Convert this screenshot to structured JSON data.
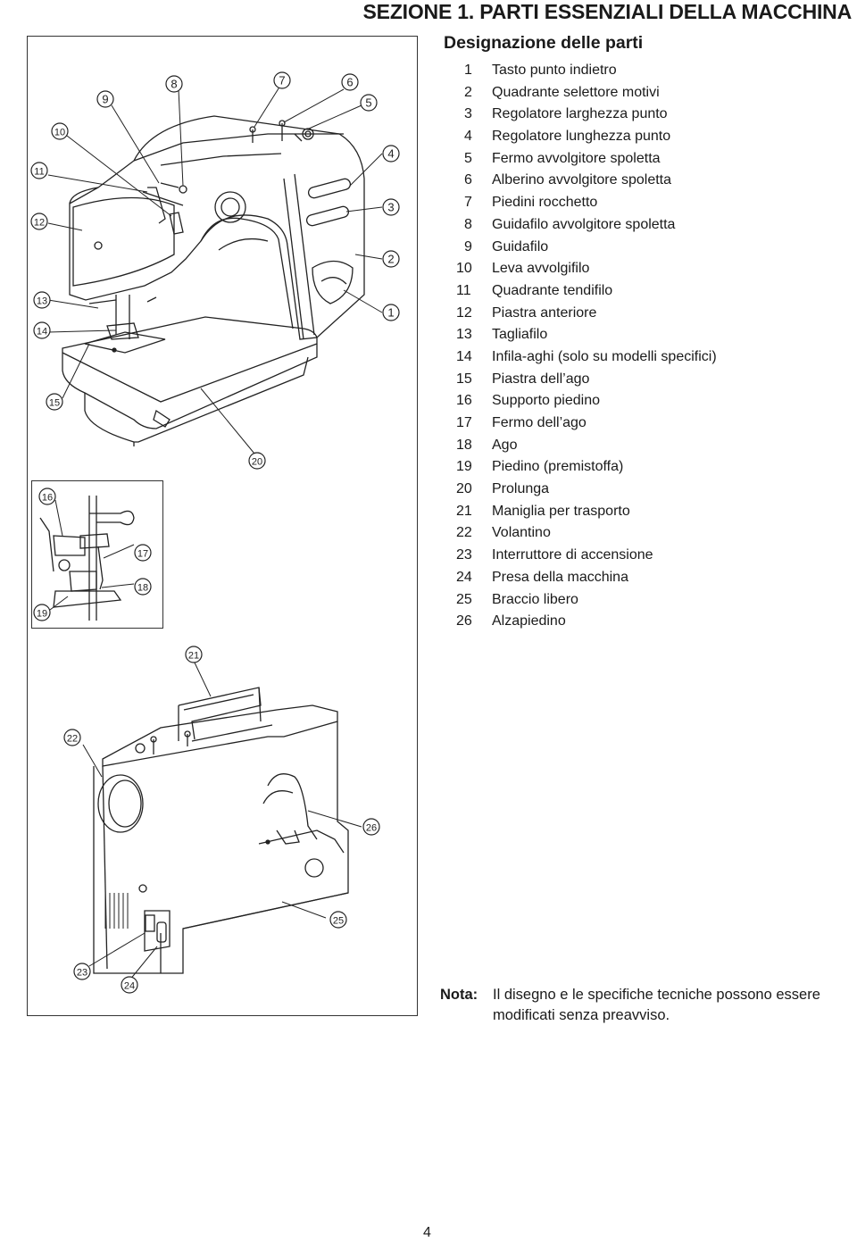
{
  "header": {
    "title": "SEZIONE 1. PARTI ESSENZIALI DELLA MACCHINA"
  },
  "subtitle": "Designazione delle parti",
  "parts": [
    {
      "num": "1",
      "label": "Tasto punto indietro"
    },
    {
      "num": "2",
      "label": "Quadrante selettore motivi"
    },
    {
      "num": "3",
      "label": "Regolatore larghezza punto"
    },
    {
      "num": "4",
      "label": "Regolatore lunghezza punto"
    },
    {
      "num": "5",
      "label": "Fermo avvolgitore spoletta"
    },
    {
      "num": "6",
      "label": "Alberino avvolgitore spoletta"
    },
    {
      "num": "7",
      "label": "Piedini rocchetto"
    },
    {
      "num": "8",
      "label": "Guidafilo avvolgitore spoletta"
    },
    {
      "num": "9",
      "label": "Guidafilo"
    },
    {
      "num": "10",
      "label": "Leva avvolgifilo"
    },
    {
      "num": "11",
      "label": "Quadrante tendifilo"
    },
    {
      "num": "12",
      "label": "Piastra anteriore"
    },
    {
      "num": "13",
      "label": "Tagliafilo"
    },
    {
      "num": "14",
      "label": "Infila-aghi (solo su modelli specifici)"
    },
    {
      "num": "15",
      "label": "Piastra dell’ago"
    },
    {
      "num": "16",
      "label": "Supporto piedino"
    },
    {
      "num": "17",
      "label": "Fermo dell’ago"
    },
    {
      "num": "18",
      "label": "Ago"
    },
    {
      "num": "19",
      "label": "Piedino (premistoffa)"
    },
    {
      "num": "20",
      "label": "Prolunga"
    },
    {
      "num": "21",
      "label": "Maniglia per trasporto"
    },
    {
      "num": "22",
      "label": "Volantino"
    },
    {
      "num": "23",
      "label": "Interruttore di accensione"
    },
    {
      "num": "24",
      "label": "Presa della macchina"
    },
    {
      "num": "25",
      "label": "Braccio libero"
    },
    {
      "num": "26",
      "label": "Alzapiedino"
    }
  ],
  "callouts": {
    "front": [
      "1",
      "2",
      "3",
      "4",
      "5",
      "6",
      "7",
      "8",
      "9",
      "10",
      "11",
      "12",
      "13",
      "14",
      "15",
      "20"
    ],
    "inset": [
      "16",
      "17",
      "18",
      "19"
    ],
    "back": [
      "21",
      "22",
      "23",
      "24",
      "25",
      "26"
    ]
  },
  "note": {
    "label": "Nota:",
    "text": "Il disegno e le specifiche tecniche possono essere modificati senza preavviso."
  },
  "page_number": "4"
}
